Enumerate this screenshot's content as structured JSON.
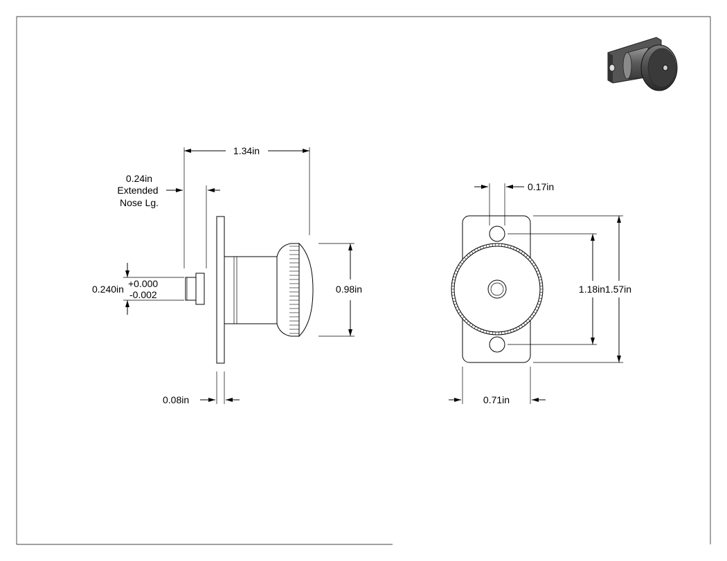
{
  "dimensions": {
    "overall_length": "1.34in",
    "nose_length_value": "0.24in",
    "nose_length_line1": "Extended",
    "nose_length_line2": "Nose Lg.",
    "pin_diameter": "0.240in",
    "tol_plus": "+0.000",
    "tol_minus": "-0.002",
    "knob_diameter": "0.98in",
    "flange_thickness": "0.08in",
    "hole_diameter": "0.17in",
    "hole_spacing": "1.18in",
    "flange_height": "1.57in",
    "flange_width": "0.71in"
  },
  "colors": {
    "line": "#000000",
    "background": "#ffffff",
    "iso_dark": "#3c3c3c",
    "iso_mid": "#6a6a6a"
  }
}
